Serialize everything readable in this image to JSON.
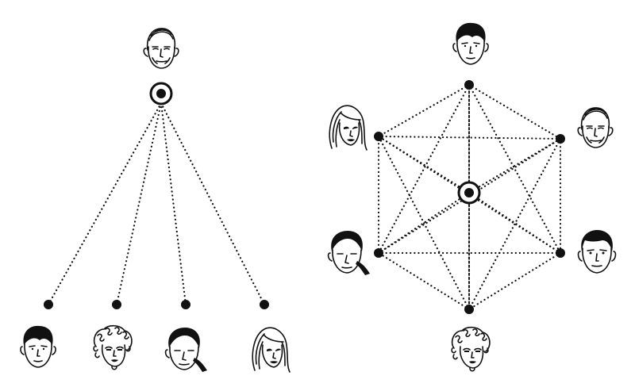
{
  "colors": {
    "ink": "#111111",
    "background": "#ffffff"
  },
  "diagrams": [
    {
      "id": "centralized",
      "topology": "star-tree",
      "hub": {
        "person": "older-man"
      },
      "nodes": [
        {
          "person": "short-hair-man"
        },
        {
          "person": "curly-hair-woman"
        },
        {
          "person": "ponytail-man"
        },
        {
          "person": "long-hair-woman"
        }
      ]
    },
    {
      "id": "distributed",
      "topology": "hexagon-mesh",
      "center": {
        "marker": "hub-target"
      },
      "nodes": [
        {
          "person": "short-hair-man"
        },
        {
          "person": "older-man"
        },
        {
          "person": "dark-hair-boy"
        },
        {
          "person": "curly-hair-woman"
        },
        {
          "person": "ponytail-man"
        },
        {
          "person": "long-hair-woman"
        }
      ]
    }
  ]
}
